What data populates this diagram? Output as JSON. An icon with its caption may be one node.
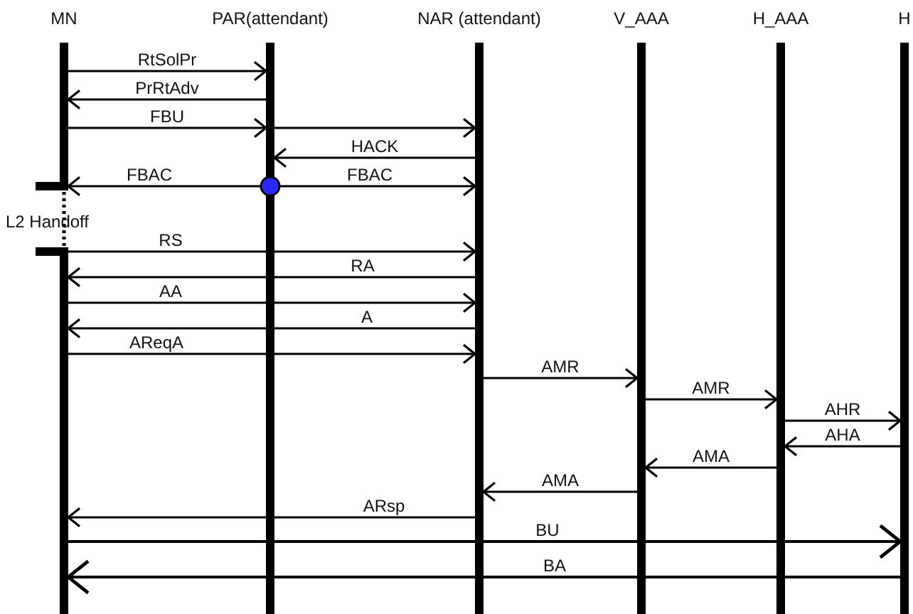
{
  "diagram": {
    "nodes": [
      {
        "text": [
          "MN"
        ]
      },
      {
        "text": [
          "PAR(attendant)"
        ]
      },
      {
        "text": [
          "NAR (attendant)"
        ]
      },
      {
        "text": [
          "V_AAA"
        ]
      },
      {
        "text": [
          "H_AAA"
        ]
      },
      {
        "text": [
          "H"
        ]
      }
    ],
    "edges": [
      {
        "from": 0,
        "to": 1,
        "arrow": "to",
        "label": "RtSolPr"
      },
      {
        "from": 1,
        "to": 0,
        "arrow": "to",
        "label": "PrRtAdv"
      },
      {
        "from": 0,
        "to": 1,
        "arrow": "to",
        "label": "FBU"
      },
      {
        "from": 1,
        "to": 2,
        "arrow": "to"
      },
      {
        "from": 2,
        "to": 1,
        "arrow": "to",
        "label": "HACK"
      },
      {
        "from": 1,
        "to": 0,
        "arrow": "to",
        "label": "FBAC"
      },
      {
        "from": 1,
        "to": 2,
        "arrow": "to",
        "label": "FBAC"
      },
      {
        "from": 0,
        "to": 2,
        "arrow": "to",
        "label": "RS"
      },
      {
        "from": 2,
        "to": 0,
        "arrow": "to",
        "label": "RA"
      },
      {
        "from": 0,
        "to": 2,
        "arrow": "to",
        "label": "AA"
      },
      {
        "from": 2,
        "to": 0,
        "arrow": "to",
        "label": "A"
      },
      {
        "from": 0,
        "to": 2,
        "arrow": "to",
        "label": "AReqA"
      },
      {
        "from": 2,
        "to": 3,
        "arrow": "to",
        "label": "AMR"
      },
      {
        "from": 3,
        "to": 4,
        "arrow": "to",
        "label": "AMR"
      },
      {
        "from": 4,
        "to": 5,
        "arrow": "to",
        "label": "AHR"
      },
      {
        "from": 5,
        "to": 4,
        "arrow": "to",
        "label": "AHA"
      },
      {
        "from": 4,
        "to": 3,
        "arrow": "to",
        "label": "AMA"
      },
      {
        "from": 3,
        "to": 2,
        "arrow": "to",
        "label": "AMA"
      },
      {
        "from": 2,
        "to": 0,
        "arrow": "to",
        "label": "ARsp"
      },
      {
        "from": 0,
        "to": 5,
        "arrow": "to",
        "label": "BU"
      },
      {
        "from": 5,
        "to": 0,
        "arrow": "to",
        "label": "BA"
      }
    ],
    "labels": [
      "L2 Handoff"
    ]
  }
}
